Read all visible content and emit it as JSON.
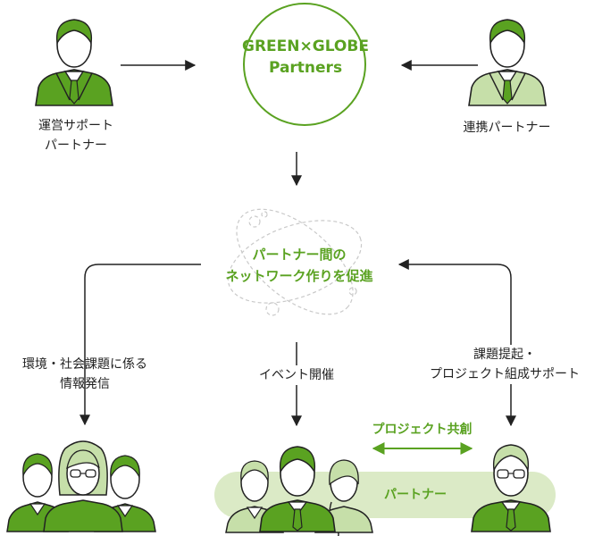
{
  "colors": {
    "green": "#5aa221",
    "green_dark": "#4a8f1a",
    "green_light": "#c6dfa9",
    "band": "#dbeac6",
    "ink": "#222222"
  },
  "logo": {
    "line1": "GREEN×GLOBE",
    "line2": "Partners"
  },
  "operator": {
    "line1": "運営サポート",
    "line2": "パートナー"
  },
  "alliance": {
    "label": "連携パートナー"
  },
  "center": {
    "line1": "パートナー間の",
    "line2": "ネットワーク作りを促進"
  },
  "left_branch": {
    "line1": "環境・社会課題に係る",
    "line2": "情報発信"
  },
  "middle_branch": {
    "label": "イベント開催"
  },
  "right_branch": {
    "line1": "課題提起・",
    "line2": "プロジェクト組成サポート"
  },
  "project": {
    "label": "プロジェクト共創"
  },
  "band": {
    "label": "パートナー"
  }
}
